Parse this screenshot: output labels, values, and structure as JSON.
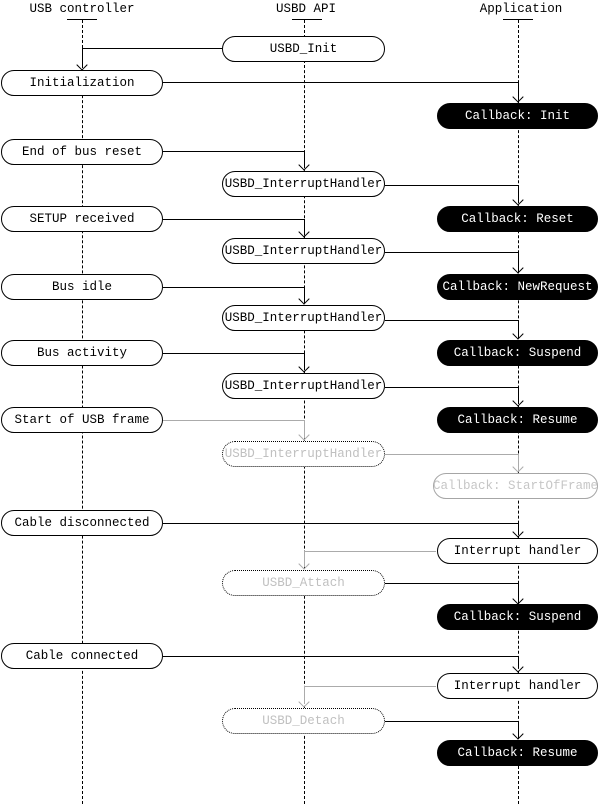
{
  "columns": [
    {
      "label": "USB controller"
    },
    {
      "label": "USBD API"
    },
    {
      "label": "Application"
    }
  ],
  "nodes": {
    "usbd_init": "USBD_Init",
    "initialization": "Initialization",
    "cb_init": "Callback: Init",
    "end_of_bus_reset": "End of bus reset",
    "usbd_interrupt_handler_1": "USBD_InterruptHandler",
    "cb_reset": "Callback: Reset",
    "setup_received": "SETUP received",
    "usbd_interrupt_handler_2": "USBD_InterruptHandler",
    "cb_new_request": "Callback: NewRequest",
    "bus_idle": "Bus idle",
    "usbd_interrupt_handler_3": "USBD_InterruptHandler",
    "cb_suspend_1": "Callback: Suspend",
    "bus_activity": "Bus activity",
    "usbd_interrupt_handler_4": "USBD_InterruptHandler",
    "cb_resume_1": "Callback: Resume",
    "start_of_usb_frame": "Start of USB frame",
    "usbd_interrupt_handler_5": "USBD_InterruptHandler",
    "cb_start_of_frame": "Callback: StartOfFrame",
    "cable_disconnected": "Cable disconnected",
    "interrupt_handler_1": "Interrupt handler",
    "usbd_attach": "USBD_Attach",
    "cb_suspend_2": "Callback: Suspend",
    "cable_connected": "Cable connected",
    "interrupt_handler_2": "Interrupt handler",
    "usbd_detach": "USBD_Detach",
    "cb_resume_2": "Callback: Resume"
  },
  "colors": {
    "line": "#000000",
    "inactive_line": "#ababab",
    "inactive_text": "#c0c0c0",
    "inactive_border": "#a6a6a6",
    "callback_bg": "#000000",
    "callback_text": "#ffffff"
  }
}
